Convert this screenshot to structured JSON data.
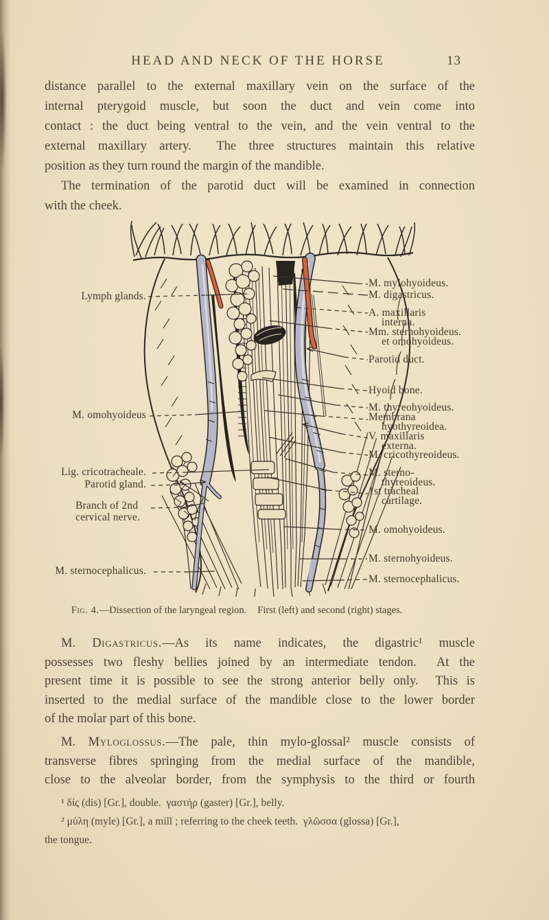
{
  "page": {
    "header": "HEAD AND NECK OF THE HORSE",
    "page_number": "13"
  },
  "intro": {
    "lines": [
      "distance parallel to the external maxillary vein on the surface of the",
      "internal pterygoid muscle, but soon the duct and vein come into",
      "contact : the duct being ventral to the vein, and the vein ventral to the",
      "external maxillary artery.  The three structures maintain this relative",
      "position as they turn round the margin of the mandible.",
      "The termination of the parotid duct will be examined in connection",
      "with the cheek."
    ]
  },
  "figure": {
    "left_labels": [
      "Lymph glands.",
      "M. omohyoideus",
      "Lig. cricotracheale.",
      "Parotid gland.",
      "Branch of 2nd",
      "cervical nerve.",
      "M. sternocephalicus."
    ],
    "right_labels": [
      "M. mylohyoideus.",
      "M. digastricus.",
      "A. maxillaris",
      "interna.",
      "Mm. sternohyoideus.",
      "et omohyoideus.",
      "Parotid duct.",
      "Hyoid bone.",
      "M. thyreohyoideus.",
      "Membrana",
      "hyothyreoidea.",
      "V. maxillaris",
      "externa.",
      "M. cricothyreoideus.",
      "M. sterno-",
      "thyreoideus.",
      "1st tracheal",
      "cartilage.",
      "M. omohyoideus.",
      "M. sternohyoideus.",
      "M. sternocephalicus."
    ],
    "caption": {
      "fig_label": "Fig. 4.",
      "text": "—Dissection of the laryngeal region.",
      "text2": "First (left) and second (right) stages."
    },
    "colors": {
      "paper": "#ecdfc2",
      "ink": "#2e2923",
      "vein": "#b5b7c6",
      "artery": "#dd6038"
    }
  },
  "digastricus": {
    "lead": "M. ",
    "name_sc": "Digastricus.",
    "line1_rest": "—As its name indicates, the digastric¹ muscle",
    "lines": [
      "possesses two fleshy bellies joined by an intermediate tendon.  At the",
      "present time it is possible to see the strong anterior belly only.  This is",
      "inserted to the medial surface of the mandible close to the lower border",
      "of the molar part of this bone."
    ]
  },
  "myloglossus": {
    "lead": "M. ",
    "name_sc": "Myloglossus.",
    "line1_rest": "—The pale, thin mylo-glossal² muscle consists of",
    "lines": [
      "transverse fibres springing from the medial surface of the mandible,",
      "close to the alveolar border, from the symphysis to the third or fourth"
    ]
  },
  "footnotes": {
    "lines": [
      "¹ δίς (dis) [Gr.], double.  γαστήρ (gaster) [Gr.], belly.",
      "² μύλη (myle) [Gr.], a mill ; referring to the cheek teeth.  γλῶσσα (glossa) [Gr.],",
      "the tongue."
    ]
  }
}
